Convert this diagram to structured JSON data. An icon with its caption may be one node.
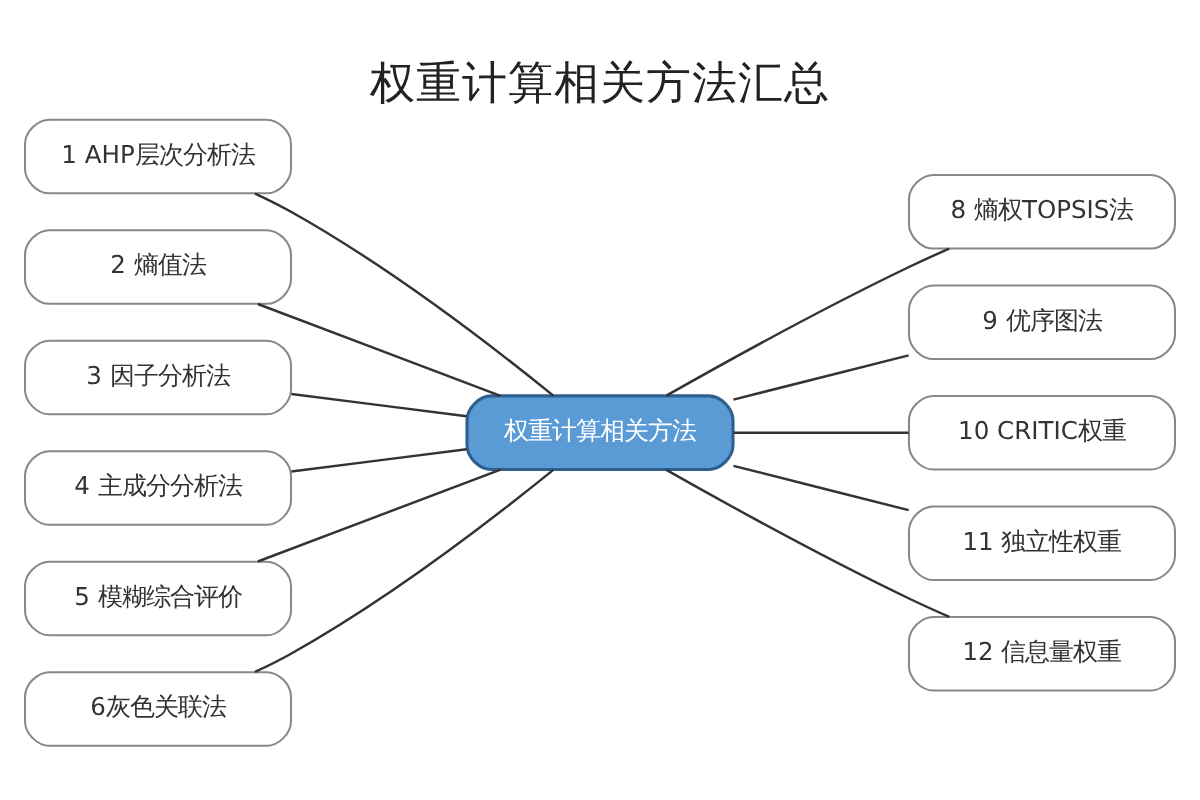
{
  "diagram": {
    "title": "权重计算相关方法汇总",
    "nodes": [
      {
        "text": [
          "权重计算相关方法"
        ]
      },
      {
        "text": [
          "1 AHP层次分析法"
        ]
      },
      {
        "text": [
          "2 熵值法"
        ]
      },
      {
        "text": [
          "3 因子分析法"
        ]
      },
      {
        "text": [
          "4 主成分分析法"
        ]
      },
      {
        "text": [
          "5 模糊综合评价"
        ]
      },
      {
        "text": [
          "6灰色关联法"
        ]
      },
      {
        "text": [
          "8 熵权TOPSIS法"
        ]
      },
      {
        "text": [
          "9 优序图法"
        ]
      },
      {
        "text": [
          "10 CRITIC权重"
        ]
      },
      {
        "text": [
          "11 独立性权重"
        ]
      },
      {
        "text": [
          "12 信息量权重"
        ]
      }
    ],
    "edges": [
      {
        "from": 1,
        "to": 0,
        "arrow": "none"
      },
      {
        "from": 2,
        "to": 0,
        "arrow": "none"
      },
      {
        "from": 3,
        "to": 0,
        "arrow": "none"
      },
      {
        "from": 4,
        "to": 0,
        "arrow": "none"
      },
      {
        "from": 5,
        "to": 0,
        "arrow": "none"
      },
      {
        "from": 6,
        "to": 0,
        "arrow": "none"
      },
      {
        "from": 0,
        "to": 7,
        "arrow": "none"
      },
      {
        "from": 0,
        "to": 8,
        "arrow": "none"
      },
      {
        "from": 0,
        "to": 9,
        "arrow": "none"
      },
      {
        "from": 0,
        "to": 10,
        "arrow": "none"
      },
      {
        "from": 0,
        "to": 11,
        "arrow": "none"
      }
    ]
  }
}
